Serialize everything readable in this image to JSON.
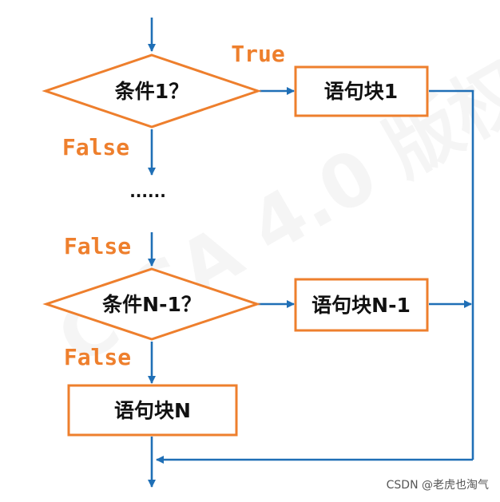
{
  "diagram": {
    "colors": {
      "shape_stroke": "#ee7f2d",
      "flow_line": "#1f6fb6",
      "branch_label": "#ee7f2d",
      "text": "#111111"
    },
    "nodes": {
      "condition_1": "条件1？",
      "block_1": "语句块1",
      "ellipsis": "......",
      "condition_n1": "条件N-1？",
      "block_n1": "语句块N-1",
      "block_n": "语句块N"
    },
    "branch_labels": {
      "true": "True",
      "false_1": "False",
      "false_2": "False",
      "false_3": "False"
    }
  },
  "watermark": "C-SA 4.0 版权",
  "credit": "CSDN @老虎也淘气"
}
